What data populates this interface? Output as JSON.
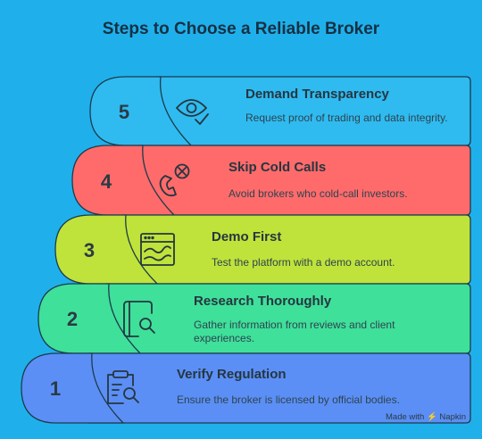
{
  "title": "Steps to Choose a Reliable Broker",
  "steps": [
    {
      "number": "1",
      "title": "Verify Regulation",
      "description": "Ensure the broker is licensed by official bodies.",
      "color": "#5b8ff5",
      "icon": "clipboard-search-icon"
    },
    {
      "number": "2",
      "title": "Research Thoroughly",
      "description": "Gather information from reviews and client experiences.",
      "color": "#3fe09a",
      "icon": "document-search-icon"
    },
    {
      "number": "3",
      "title": "Demo First",
      "description": "Test the platform with a demo account.",
      "color": "#bfe33a",
      "icon": "chart-window-icon"
    },
    {
      "number": "4",
      "title": "Skip Cold Calls",
      "description": "Avoid brokers who cold-call investors.",
      "color": "#ff6b6b",
      "icon": "phone-blocked-icon"
    },
    {
      "number": "5",
      "title": "Demand Transparency",
      "description": "Request proof of trading and data integrity.",
      "color": "#2fbbf0",
      "icon": "eye-check-icon"
    }
  ],
  "credit": "Made with ⚡ Napkin"
}
